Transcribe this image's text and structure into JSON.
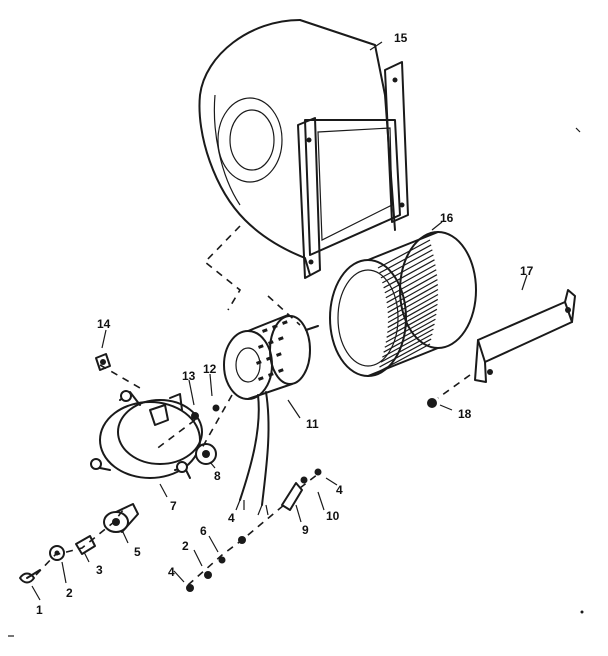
{
  "callouts": {
    "c1": "1",
    "c2": "2",
    "c3": "3",
    "c4a": "4",
    "c5": "5",
    "c2b": "2",
    "c6": "6",
    "c4b": "4",
    "c7": "7",
    "c8": "8",
    "c9": "9",
    "c10": "10",
    "c4c": "4",
    "c11": "11",
    "c12": "12",
    "c13": "13",
    "c14": "14",
    "c15": "15",
    "c16": "16",
    "c17": "17",
    "c18": "18"
  }
}
